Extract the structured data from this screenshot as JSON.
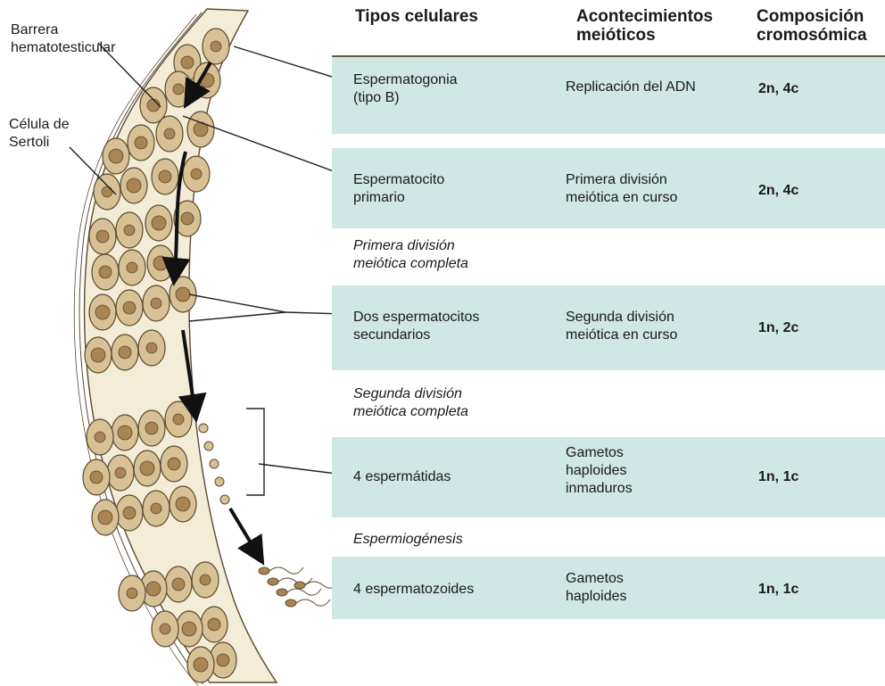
{
  "headers": {
    "cell_types": "Tipos celulares",
    "meiotic_events": [
      "Acontecimientos",
      "meióticos"
    ],
    "chromosomal_composition": [
      "Composición",
      "cromosómica"
    ]
  },
  "figure_labels": {
    "barrier": [
      "Barrera",
      "hematotesticular"
    ],
    "sertoli": [
      "Célula de",
      "Sertoli"
    ]
  },
  "rows": [
    {
      "cell_type": [
        "Espermatogonia",
        "(tipo B)"
      ],
      "event": [
        "Replicación del ADN"
      ],
      "composition": "2n, 4c"
    },
    {
      "cell_type": [
        "Espermatocito",
        "primario"
      ],
      "event": [
        "Primera división",
        "meiótica en curso"
      ],
      "composition": "2n, 4c"
    },
    {
      "cell_type": [
        "Dos espermatocitos",
        "secundarios"
      ],
      "event": [
        "Segunda división",
        "meiótica en curso"
      ],
      "composition": "1n, 2c"
    },
    {
      "cell_type": [
        "4 espermátidas"
      ],
      "event": [
        "Gametos",
        "haploides",
        "inmaduros"
      ],
      "composition": "1n, 1c"
    },
    {
      "cell_type": [
        "4 espermatozoides"
      ],
      "event": [
        "Gametos",
        "haploides"
      ],
      "composition": "1n, 1c"
    }
  ],
  "transitions": [
    [
      "Primera división",
      "meiótica completa"
    ],
    [
      "Segunda división",
      "meiótica completa"
    ],
    [
      "Espermiogénesis"
    ]
  ],
  "colors": {
    "band": "#cfe7e5",
    "cell_fill": "#d9c196",
    "nucleus_fill": "#a88553",
    "outline": "#5b4a30",
    "tissue": "#f3ecd6"
  }
}
